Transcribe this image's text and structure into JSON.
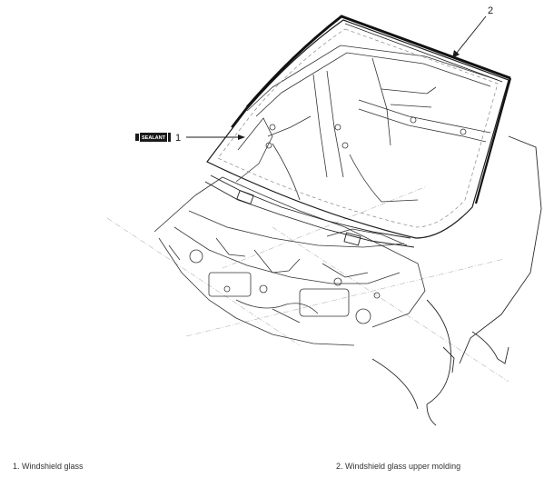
{
  "callouts": {
    "windshield_glass_number": "1",
    "upper_molding_number": "2",
    "sealant_badge": "SEALANT"
  },
  "legend": {
    "item1": "1. Windshield glass",
    "item2": "2. Windshield glass upper molding"
  }
}
